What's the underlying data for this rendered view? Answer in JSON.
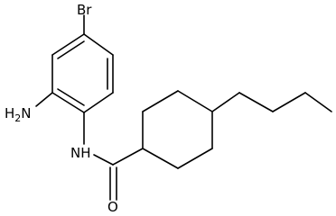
{
  "labels": {
    "br": "Br",
    "nh2": "H2N",
    "nh2_parts": {
      "h": "H",
      "sub": "2",
      "n": "N"
    },
    "nh": "NH",
    "o": "O"
  },
  "colors": {
    "bond": "#000000",
    "background": "#ffffff"
  }
}
